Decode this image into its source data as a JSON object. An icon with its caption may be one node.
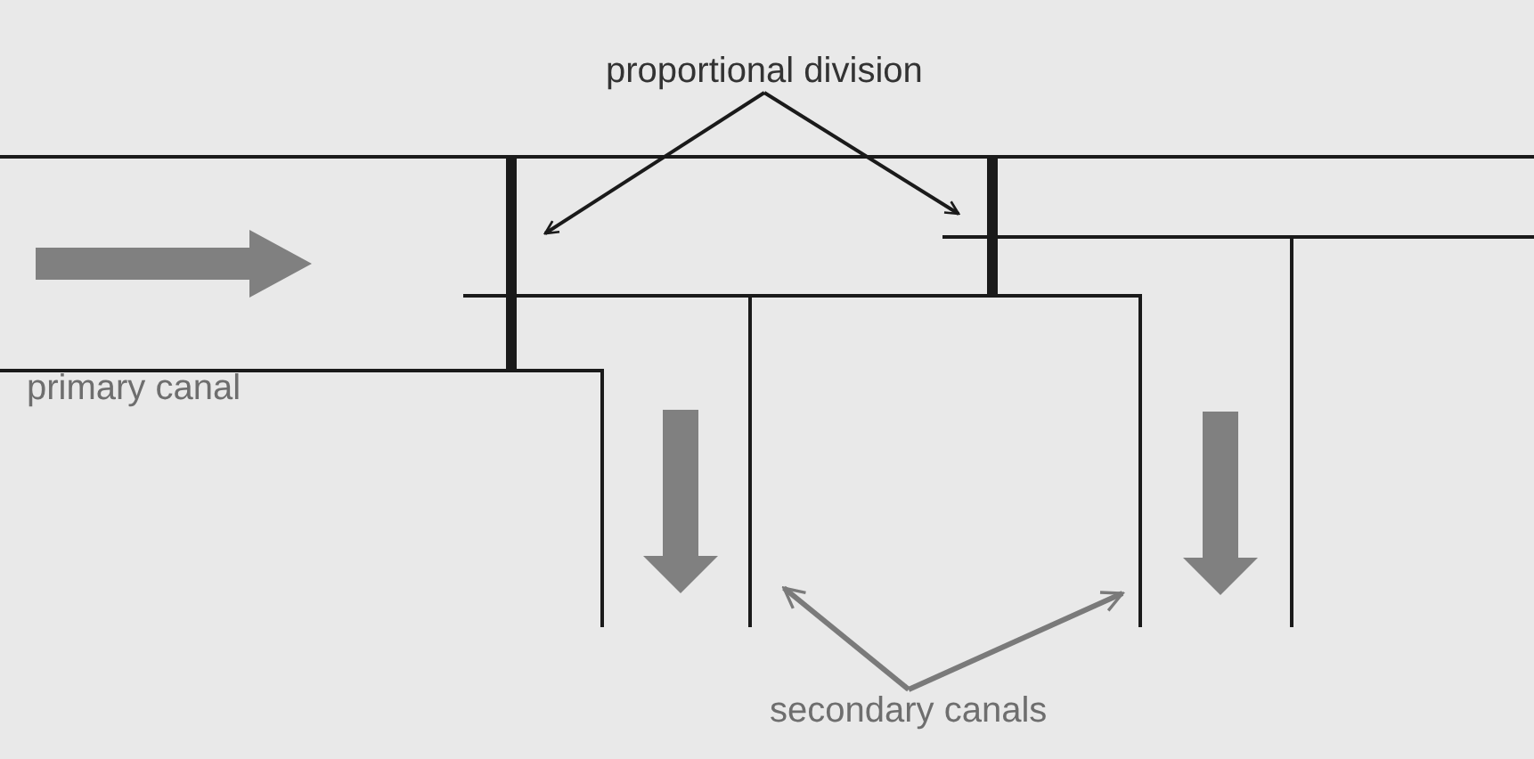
{
  "diagram": {
    "nodes": [
      {
        "text": [
          "proportional division"
        ]
      },
      {
        "text": [
          "secondary canals"
        ]
      }
    ],
    "edges": [
      {
        "from": 0,
        "to": null,
        "arrow": "to"
      },
      {
        "from": 0,
        "to": null,
        "arrow": "to"
      },
      {
        "from": 1,
        "to": null,
        "arrow": "to",
        "color": "#7a7a7a"
      },
      {
        "from": 1,
        "to": null,
        "arrow": "to",
        "color": "#7a7a7a"
      }
    ],
    "labels": [
      "primary canal"
    ]
  }
}
